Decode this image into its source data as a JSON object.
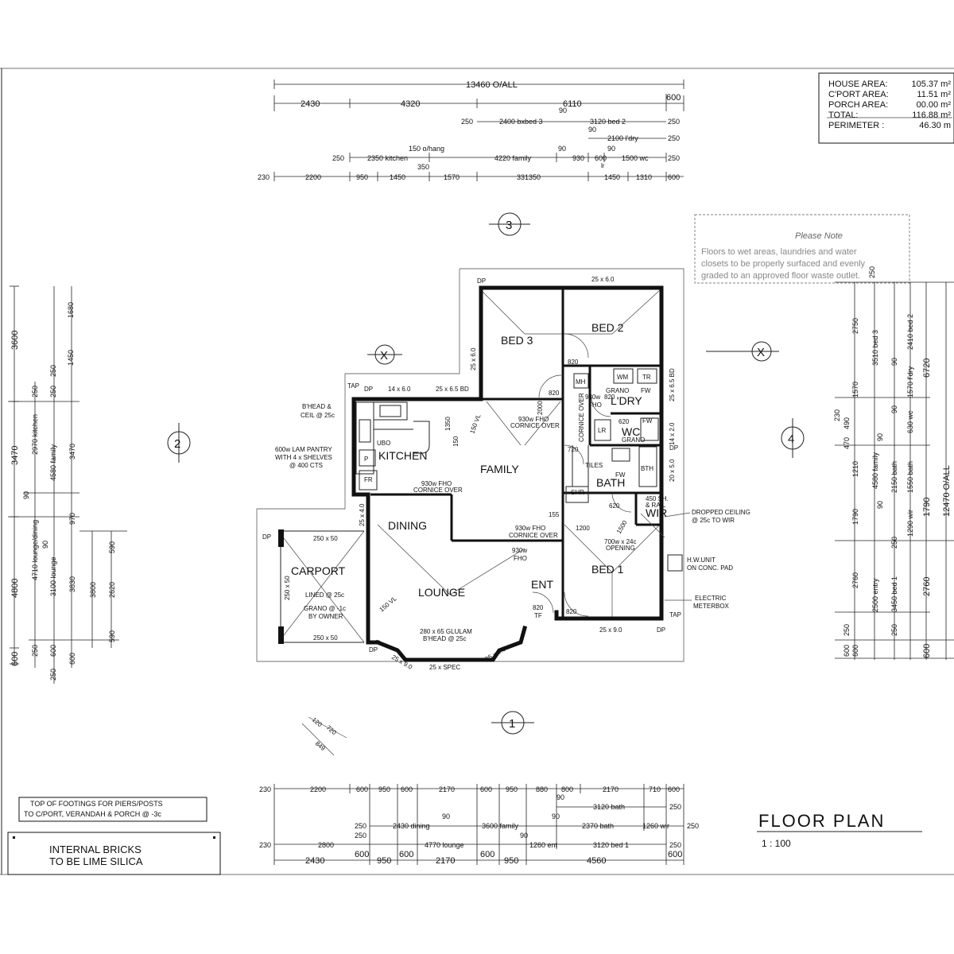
{
  "area_table": {
    "rows": [
      {
        "label": "HOUSE AREA:",
        "value": "105.37 m²"
      },
      {
        "label": "C'PORT AREA:",
        "value": "11.51 m²"
      },
      {
        "label": "PORCH AREA:",
        "value": "00.00 m²"
      },
      {
        "label": "TOTAL:",
        "value": "116.88 m²"
      },
      {
        "label": "PERIMETER :",
        "value": "46.30 m"
      }
    ]
  },
  "stamp_text": [
    "Please Note",
    "Floors to wet areas, laundries and water",
    "closets to be properly surfaced and evenly",
    "graded to an approved floor waste outlet."
  ],
  "top_dims": {
    "overall": "13460 O/ALL",
    "row1": [
      "2430",
      "4320",
      "6110",
      "600"
    ],
    "row2": [
      "250",
      "2400 bxbed 3",
      "90",
      "3120 bed 2",
      "250"
    ],
    "row2b": [
      "90",
      "2100 l'dry",
      "250"
    ],
    "row3": [
      "250",
      "2350 kitchen",
      "150 o/hang",
      "4220 family",
      "90",
      "930",
      "600",
      "1500 wc",
      "250"
    ],
    "row3b": [
      "350",
      "lr",
      "90"
    ],
    "row4": [
      "230",
      "2200",
      "950",
      "1450",
      "1570",
      "331350",
      "1450",
      "1310",
      "600"
    ]
  },
  "bottom_dims": {
    "row1": [
      "230",
      "2200",
      "600",
      "950",
      "600",
      "2170",
      "600",
      "950",
      "880",
      "800",
      "2170",
      "710",
      "600"
    ],
    "row2": [
      "90",
      "3120 bath",
      "250"
    ],
    "row3": [
      "250",
      "2430 dining",
      "90",
      "3600 family",
      "90",
      "2370 bath",
      "1260 wir",
      "250"
    ],
    "row4": [
      "230",
      "2800",
      "250",
      "4770 lounge",
      "90",
      "1260 ent",
      "3120 bed 1",
      "250"
    ],
    "row5": [
      "2430",
      "600",
      "950",
      "600",
      "2170",
      "600",
      "950",
      "4560",
      "600"
    ]
  },
  "left_dims": {
    "outer": [
      "3600",
      "3470",
      "4800",
      "600"
    ],
    "mid": [
      "250",
      "2970 kitchen",
      "90",
      "4710 lounge/dining",
      "250",
      "250",
      "600"
    ],
    "inner": [
      "1680",
      "1450",
      "250",
      "4580 family",
      "3100 lounge",
      "90",
      "250",
      "600"
    ],
    "inner2": [
      "3470",
      "970",
      "3830",
      "600"
    ],
    "far": [
      "590",
      "3800",
      "2620",
      "590"
    ]
  },
  "right_dims": {
    "overall": "12470 O/ALL",
    "outer": [
      "6720",
      "1790",
      "2760",
      "600"
    ],
    "inner": [
      "250",
      "2750",
      "1570",
      "1210",
      "1790",
      "2760",
      "600"
    ],
    "mid": [
      "230",
      "470",
      "490",
      "250",
      "600"
    ],
    "rooms": [
      "3510 bed 3",
      "4580 family",
      "2500 entry",
      "2410 bed 2",
      "1570 f'dry",
      "630 wc",
      "2150 bath",
      "1550 bath",
      "1290 wir",
      "3450 bed 1"
    ],
    "small": [
      "90",
      "90",
      "90",
      "90",
      "250",
      "250"
    ]
  },
  "section_markers": [
    "3",
    "2",
    "4",
    "1",
    "X",
    "X"
  ],
  "rooms": {
    "bed3": "BED 3",
    "bed2": "BED 2",
    "kitchen": "KITCHEN",
    "family": "FAMILY",
    "ldry": "L'DRY",
    "wc": "WC",
    "bath": "BATH",
    "wir": "WIR",
    "dining": "DINING",
    "carport": "CARPORT",
    "lounge": "LOUNGE",
    "ent": "ENT",
    "bed1": "BED 1"
  },
  "labels": {
    "dp_top_left": "DP",
    "fall_top": "25 x 6.0",
    "fall_bed3": "25 x 6.0",
    "tap_top": "TAP",
    "dp_kitchen": "DP",
    "fall_kitchen": "14 x 6.0",
    "fall_kitchen2": "25 x 6.5 BD",
    "bhead": "B'HEAD &",
    "bhead2": "CEIL @ 25c",
    "pantry1": "600w LAM PANTRY",
    "pantry2": "WITH 4 x SHELVES",
    "pantry3": "@ 400 CTS",
    "ubo": "UBO",
    "p": "P",
    "fr": "FR",
    "d1350": "1350",
    "d150": "150",
    "cornice1": "930w FHO",
    "cornice1b": "CORNICE OVER",
    "cornice2": "930w FHO",
    "cornice2b": "CORNICE OVER",
    "cornice3": "930w FHO",
    "cornice3b": "CORNICE OVER",
    "fho1": "930w",
    "fho1b": "FHO",
    "fho2": "930w",
    "fho2b": "FHO",
    "d820a": "820",
    "d820b": "820",
    "d820c": "820",
    "d820d": "820",
    "d620a": "620",
    "d620b": "620",
    "d720": "720",
    "d2000": "2000",
    "d1200": "1200",
    "d155": "155",
    "mh": "MH",
    "wm": "WM",
    "tr": "TR",
    "grano": "GRANO",
    "fw": "FW",
    "grano2": "GRANO",
    "fw2": "FW",
    "lr": "LR",
    "tiles": "TILES",
    "fw3": "FW",
    "shr": "SHR",
    "bth": "BTH",
    "corn_v": "CORNICE OVER",
    "fall_ldry": "25 x 6.5 BD",
    "fall_wc": "14 x 2.0",
    "fall_bath": "20 x 5.0",
    "dp_bath": "DP",
    "wir_sh": "450 SH.",
    "wir_rail": "& RAIL",
    "opening": "700w x 24c",
    "opening2": "OPENING",
    "d1500": "1500",
    "dropped1": "DROPPED CEILING",
    "dropped2": "@ 25c TO WIR",
    "hw1": "H.W.UNIT",
    "hw2": "ON CONC. PAD",
    "em1": "ELECTRIC",
    "em2": "METERBOX",
    "tap_bottom": "TAP",
    "dp_bottom_right": "DP",
    "fall_bed1": "25 x 9.0",
    "d820e": "820",
    "tf": "TF",
    "fall_dining": "25 x 4.0",
    "dp_carport": "DP",
    "carport_dim1": "250 x 50",
    "carport_dim2": "250 x 50",
    "carport_dim3": "250 x 50",
    "lined": "LINED @ 25c",
    "grano3": "GRANO @ -1c",
    "byowner": "BY OWNER",
    "glulam1": "280 x 65 GLULAM",
    "glulam2": "B'HEAD @ 25c",
    "dp_bottom_left": "DP",
    "fall_bay1": "25 x 9.0",
    "fall_bay2": "25 x 9.0",
    "fall_spec": "25 x SPEC",
    "vaulted1": "150 VL",
    "vaulted2": "150 VL",
    "bay_dim1": "120",
    "bay_dim2": "720",
    "bay_dim3": "849"
  },
  "notes": {
    "footings1": "TOP OF FOOTINGS FOR PIERS/POSTS",
    "footings2": "TO C/PORT, VERANDAH  & PORCH @ -3c",
    "bricks1": "INTERNAL BRICKS",
    "bricks2": "TO BE LIME SILICA"
  },
  "title": {
    "main": "FLOOR  PLAN",
    "scale": "1 : 100"
  }
}
